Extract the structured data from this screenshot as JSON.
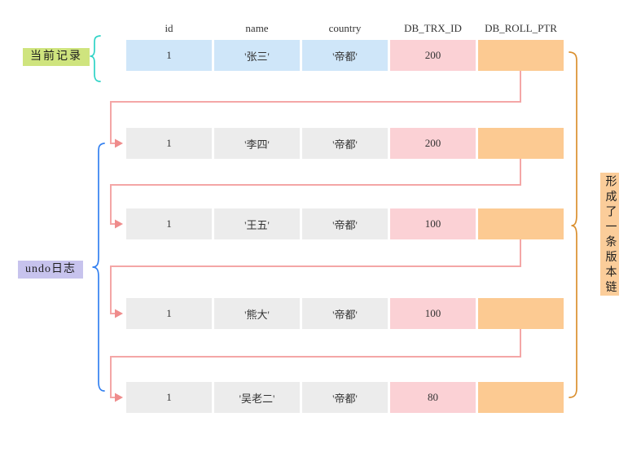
{
  "table": {
    "columns": [
      "id",
      "name",
      "country",
      "DB_TRX_ID",
      "DB_ROLL_PTR"
    ],
    "rows": [
      {
        "id": "1",
        "name": "'张三'",
        "country": "'帝都'",
        "trx_id": "200",
        "kind": "current"
      },
      {
        "id": "1",
        "name": "'李四'",
        "country": "'帝都'",
        "trx_id": "200",
        "kind": "undo"
      },
      {
        "id": "1",
        "name": "'王五'",
        "country": "'帝都'",
        "trx_id": "100",
        "kind": "undo"
      },
      {
        "id": "1",
        "name": "'熊大'",
        "country": "'帝都'",
        "trx_id": "100",
        "kind": "undo"
      },
      {
        "id": "1",
        "name": "'吴老二'",
        "country": "'帝都'",
        "trx_id": "80",
        "kind": "undo"
      }
    ]
  },
  "labels": {
    "current_record": "当前记录",
    "undo_log": "undo日志",
    "version_chain": "形成了一条版本链"
  },
  "colors": {
    "current_row_bg": "#cfe6f9",
    "undo_row_bg": "#ececec",
    "trx_id_bg": "#fbd1d5",
    "roll_ptr_bg": "#fcca92",
    "current_label_bg": "#cfe47e",
    "undo_label_bg": "#c7c3ed",
    "version_chain_bg": "#fbcd9a",
    "pointer_line": "#f4a6a6",
    "current_brace": "#2ed3c6",
    "undo_brace": "#3380f0",
    "chain_brace": "#da8f2e",
    "dot": "#808080"
  }
}
